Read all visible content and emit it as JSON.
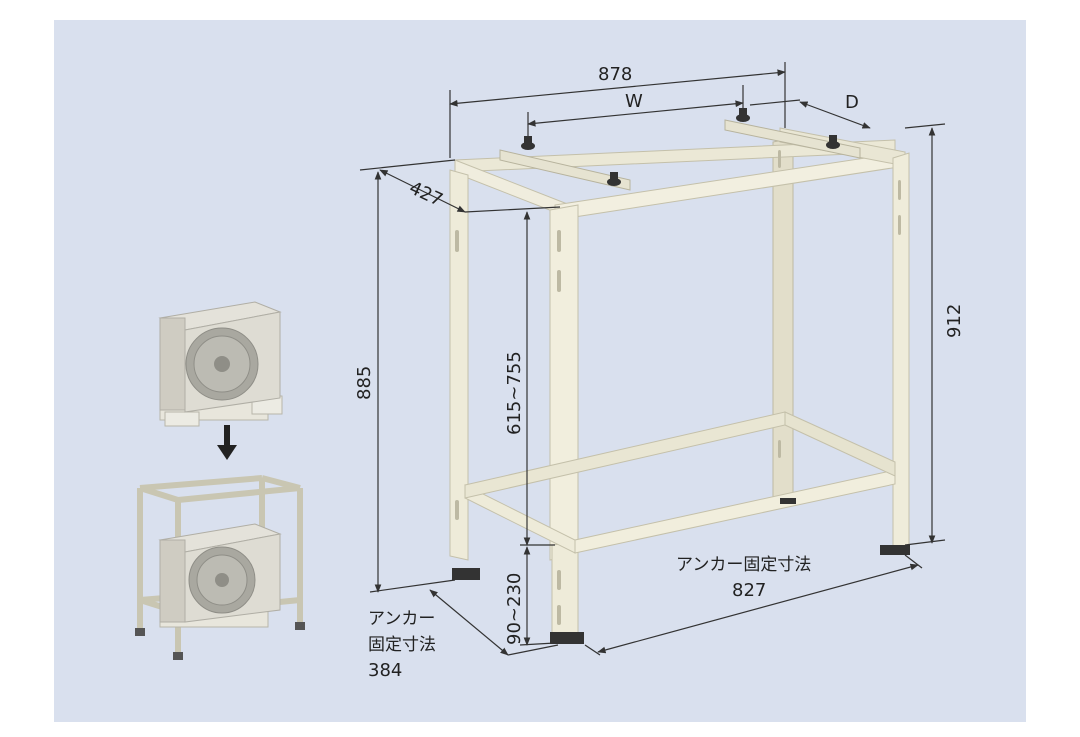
{
  "dimensions": {
    "width_top": "878",
    "w": "W",
    "d": "D",
    "depth_top": "427",
    "height_total": "885",
    "height_right": "912",
    "shelf_height": "615~755",
    "leg_adjust": "90~230"
  },
  "anchor_front": {
    "label": "アンカー固定寸法",
    "value": "827"
  },
  "anchor_side": {
    "line1": "アンカー",
    "line2": "固定寸法",
    "value": "384"
  }
}
